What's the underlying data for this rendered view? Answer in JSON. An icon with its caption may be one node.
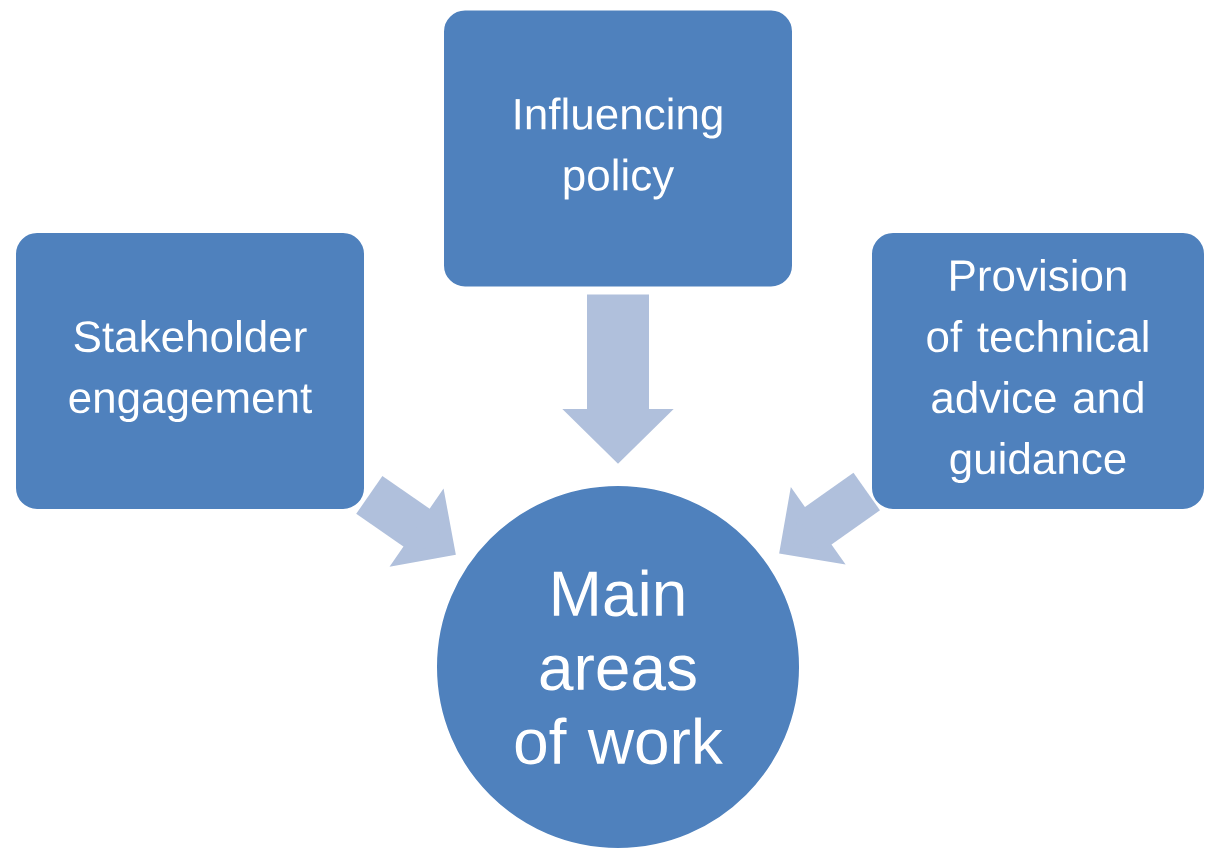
{
  "diagram": {
    "nodes": [
      {
        "text": [
          "Influencing policy"
        ]
      },
      {
        "text": [
          "Stakeholder engagement"
        ]
      },
      {
        "text": [
          "Provision of technical advice and guidance"
        ]
      },
      {
        "text": [
          "Main areas of work"
        ]
      }
    ],
    "edges": [
      {
        "from": 0,
        "to": 3,
        "arrow": "to"
      },
      {
        "from": 1,
        "to": 3,
        "arrow": "to"
      },
      {
        "from": 2,
        "to": 3,
        "arrow": "to"
      }
    ]
  }
}
